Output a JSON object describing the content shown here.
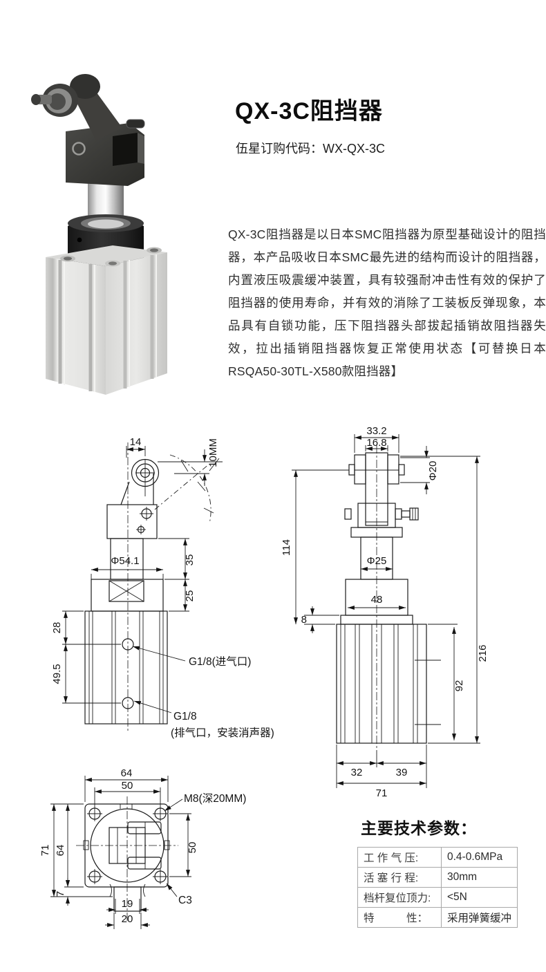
{
  "product": {
    "title": "QX-3C阻挡器",
    "order_code": "伍星订购代码：WX-QX-3C",
    "description": "QX-3C阻挡器是以日本SMC阻挡器为原型基础设计的阻挡器，本产品吸收日本SMC最先进的结构而设计的阻挡器，内置液压吸震缓冲装置，具有较强耐冲击性有效的保护了阻挡器的使用寿命，并有效的消除了工装板反弹现象，本品具有自锁功能，压下阻挡器头部拔起插销故阻挡器失效，拉出插销阻挡器恢复正常使用状态【可替换日本RSQA50-30TL-X580款阻挡器】"
  },
  "drawings": {
    "front_view": {
      "lever_pin_width": "14",
      "roller_width": "10MM",
      "collar_dia": "Φ54.1",
      "head_height": "35",
      "flange_height": "25",
      "port1_offset": "28",
      "port_spacing": "49.5",
      "inlet_label": "G1/8(进气口)",
      "exhaust_label_1": "G1/8",
      "exhaust_label_2": "(排气口，安装消声器)"
    },
    "side_view": {
      "roller_outer_width": "33.2",
      "roller_inner_width": "16.8",
      "roller_dia": "Φ20",
      "upper_height": "114",
      "rod_dia": "Φ25",
      "flange_width": "48",
      "step_height": "8",
      "total_height": "216",
      "body_height": "92",
      "bottom_left_width": "32",
      "bottom_right_width": "39",
      "body_width": "71"
    },
    "top_view": {
      "outer_width": "64",
      "bolt_spacing_h": "50",
      "thread_label": "M8(深20MM)",
      "outer_height": "71",
      "inner_height": "64",
      "tab_offset": "7",
      "bolt_spacing_v": "50",
      "slot_width": "19",
      "tab_width": "20",
      "chamfer_label": "C3"
    }
  },
  "specs": {
    "title": "主要技术参数：",
    "rows": [
      {
        "label": "工 作 气 压:",
        "value": "0.4-0.6MPa"
      },
      {
        "label": "活 塞 行 程:",
        "value": "30mm"
      },
      {
        "label": "档杆复位顶力:",
        "value": "<5N"
      },
      {
        "label": "特　　　性：",
        "value": "采用弹簧缓冲"
      }
    ]
  },
  "colors": {
    "drawing_line": "#1a1a1a",
    "table_border": "#a8a8a8",
    "photo_dark_metal": "#3a3a38",
    "photo_black_collar": "#232323",
    "photo_aluminum": "#e7e7e5"
  }
}
